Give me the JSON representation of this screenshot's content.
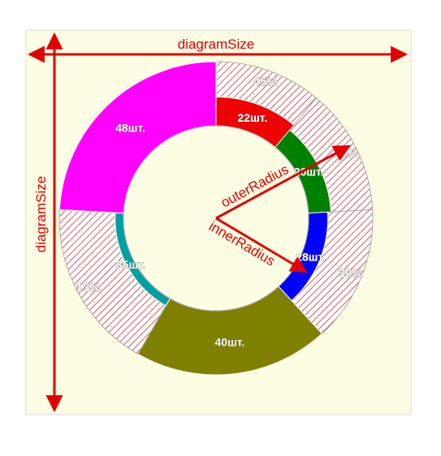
{
  "diagram": {
    "colors": {
      "background": "#fdfde3",
      "annotation": "#e00000",
      "hatch": "#cc3333"
    },
    "annotations": {
      "diagram_size_horizontal": "diagramSize",
      "diagram_size_vertical": "diagramSize",
      "outer_radius": "outerRadius",
      "inner_radius": "innerRadius"
    },
    "segments": [
      {
        "label": "22шт.",
        "value": 22,
        "percent": 45,
        "percent_label": "45%",
        "color": "#ee0000"
      },
      {
        "label": "26шт.",
        "value": 26,
        "percent": 35,
        "percent_label": "35%",
        "color": "#008000"
      },
      {
        "label": "28шт.",
        "value": 28,
        "percent": 30,
        "percent_label": "30%",
        "color": "#0000ff"
      },
      {
        "label": "40шт.",
        "value": 40,
        "percent": 100,
        "percent_label": "",
        "color": "#808000"
      },
      {
        "label": "35шт.",
        "value": 35,
        "percent": 13,
        "percent_label": "13%",
        "color": "#00a0a0"
      },
      {
        "label": "48шт.",
        "value": 48,
        "percent": 100,
        "percent_label": "",
        "color": "#ff00ff"
      }
    ]
  }
}
